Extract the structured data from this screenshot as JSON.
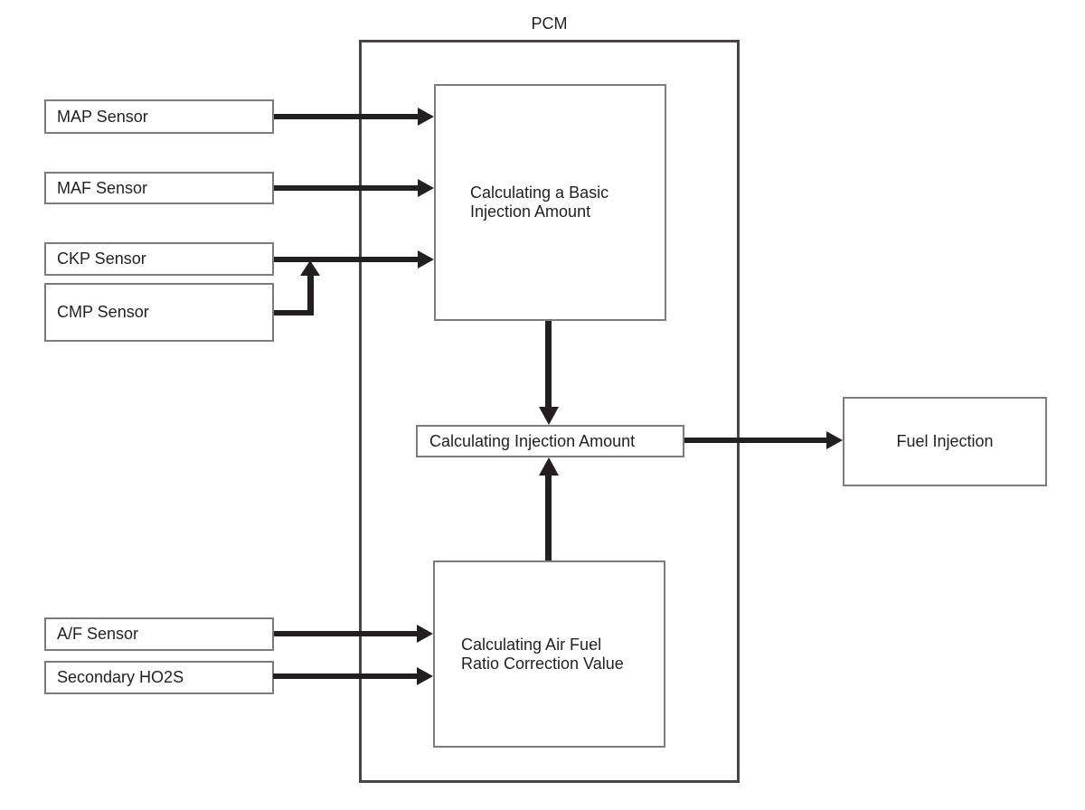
{
  "diagram": {
    "title": "PCM",
    "sensors": {
      "map": "MAP Sensor",
      "maf": "MAF Sensor",
      "ckp": "CKP Sensor",
      "cmp": "CMP Sensor",
      "af": "A/F Sensor",
      "ho2s": "Secondary HO2S"
    },
    "pcm_blocks": {
      "basic_line1": "Calculating a Basic",
      "basic_line2": "Injection Amount",
      "injection": "Calculating Injection Amount",
      "af_corr_line1": "Calculating Air Fuel",
      "af_corr_line2": "Ratio Correction Value"
    },
    "output": "Fuel Injection",
    "colors": {
      "background": "#ffffff",
      "arrow": "#231f20",
      "text": "#231f20",
      "inner_border": "#7c7c7c",
      "pcm_border": "#4a4444"
    }
  }
}
